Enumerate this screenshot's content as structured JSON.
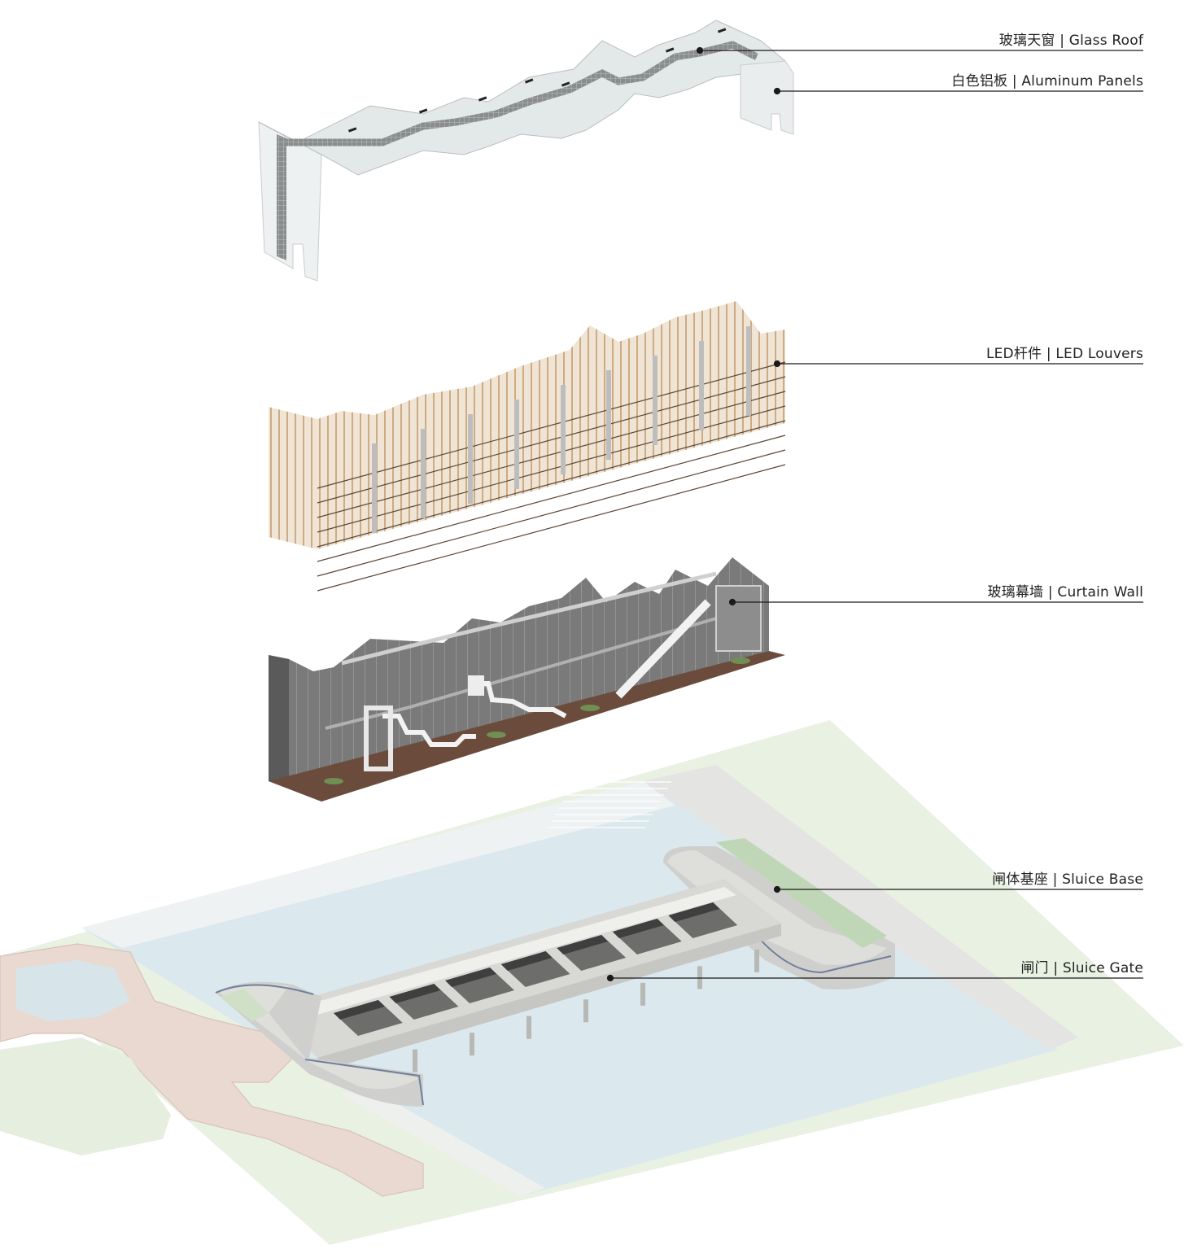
{
  "labels": {
    "glass_roof": "玻璃天窗 | Glass Roof",
    "aluminum_panels": "白色铝板 | Aluminum Panels",
    "led_louvers": "LED杆件 | LED Louvers",
    "curtain_wall": "玻璃幕墙 | Curtain Wall",
    "sluice_base": "闸体基座 | Sluice Base",
    "sluice_gate": "闸门 | Sluice Gate"
  },
  "colors": {
    "water": "#dbe8ee",
    "land": "#e9f1e3",
    "path": "#ead9d0",
    "concrete": "#d9d9d6",
    "panel": "#eef1f1",
    "louver": "#d9bfa0",
    "curtain": "#6e6e6e",
    "leader": "#1a1a1a"
  }
}
